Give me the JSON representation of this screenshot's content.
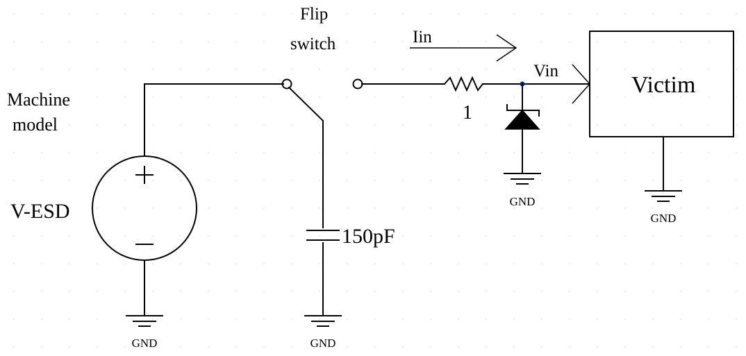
{
  "labels": {
    "machine_model_line1": "Machine",
    "machine_model_line2": "model",
    "source_name": "V-ESD",
    "switch_line1": "Flip",
    "switch_line2": "switch",
    "current_label": "Iin",
    "resistor_value": "1",
    "voltage_label": "Vin",
    "load_name": "Victim",
    "capacitor_value": "150pF",
    "ground": "GND"
  },
  "colors": {
    "wire": "#000000",
    "node_dot": "#1a1a8c",
    "background": "#ffffff"
  }
}
